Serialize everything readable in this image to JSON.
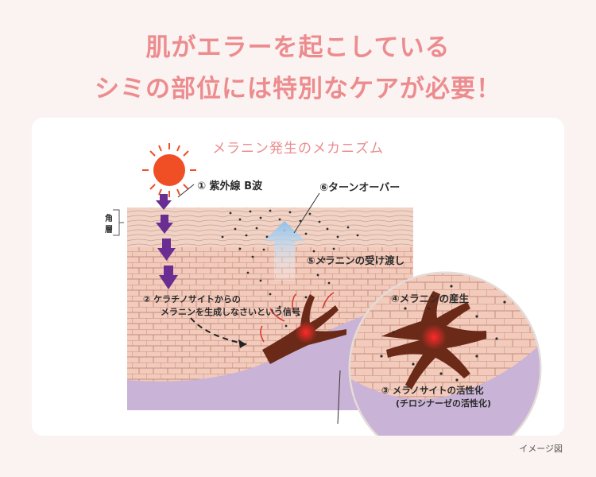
{
  "headline": {
    "line1": "肌がエラーを起こしている",
    "line2": "シミの部位には特別なケアが必要！"
  },
  "diagram": {
    "title": "メラニン発生のメカニズム",
    "stratum_label": [
      "角",
      "層"
    ],
    "steps": [
      {
        "num": "①",
        "text": "紫外線 B波"
      },
      {
        "num": "②",
        "text": [
          "ケラチノサイトからの",
          "メラニンを生成しなさいという信号"
        ]
      },
      {
        "num": "③",
        "text": [
          "メラノサイトの活性化",
          "(チロシナーゼの活性化)"
        ]
      },
      {
        "num": "④",
        "text": "メラニンの産生"
      },
      {
        "num": "⑤",
        "text": "メラニンの受け渡し"
      },
      {
        "num": "⑥",
        "text": "ターンオーバー"
      }
    ],
    "colors": {
      "headline": "#ec8c8f",
      "cell_fill": "#f3cbbc",
      "cell_stroke": "#b8806f",
      "dermis": "#c9b3d6",
      "melanocyte": "#6b2a18",
      "uv_arrow": "#6a2e92",
      "sun": "#f04e24",
      "turnover_arrow": "#9cc6ea"
    }
  },
  "caption": "イメージ図"
}
